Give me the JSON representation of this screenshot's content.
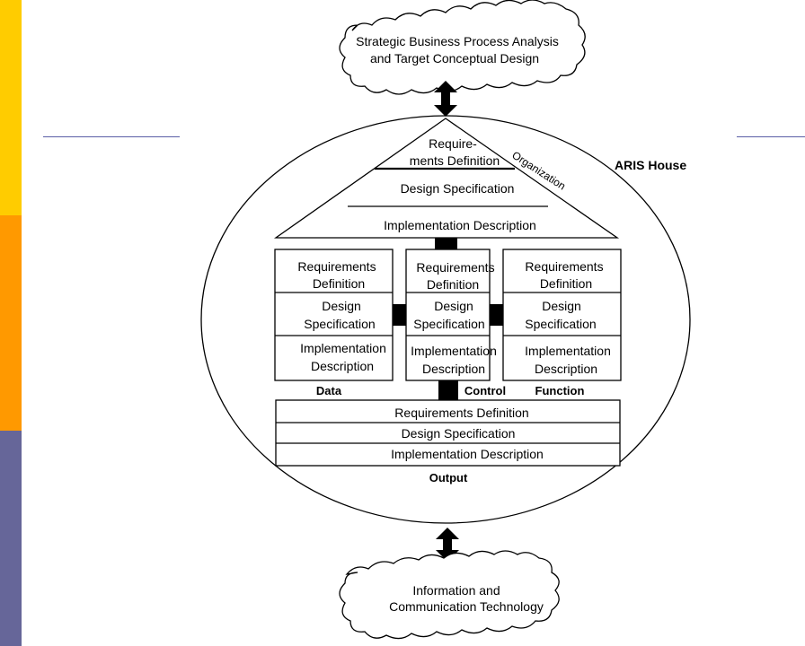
{
  "colors": {
    "bar_yellow": "#ffcc00",
    "bar_orange": "#ff9900",
    "bar_purple": "#666699",
    "rule_line": "#5b5fa6",
    "ink": "#000000"
  },
  "top_cloud": {
    "line1": "Strategic Business Process Analysis",
    "line2": "and Target Conceptual Design"
  },
  "bottom_cloud": {
    "line1": "Information and",
    "line2": "Communication Technology"
  },
  "house_label": "ARIS House",
  "roof": {
    "requirements_line1": "Require-",
    "requirements_line2": "ments Definition",
    "design": "Design Specification",
    "implementation": "Implementation Description",
    "organization_label": "Organization"
  },
  "columns": {
    "data": {
      "label": "Data",
      "req1": "Requirements",
      "req2": "Definition",
      "des1": "Design",
      "des2": "Specification",
      "impl1": "Implementation",
      "impl2": "Description"
    },
    "control": {
      "label": "Control",
      "req1": "Requirements",
      "req2": "Definition",
      "des1": "Design",
      "des2": "Specification",
      "impl1": "Implementation",
      "impl2": "Description"
    },
    "function": {
      "label": "Function",
      "req1": "Requirements",
      "req2": "Definition",
      "des1": "Design",
      "des2": "Specification",
      "impl1": "Implementation",
      "impl2": "Description"
    }
  },
  "output": {
    "label": "Output",
    "requirements": "Requirements Definition",
    "design": "Design Specification",
    "implementation": "Implementation Description"
  }
}
